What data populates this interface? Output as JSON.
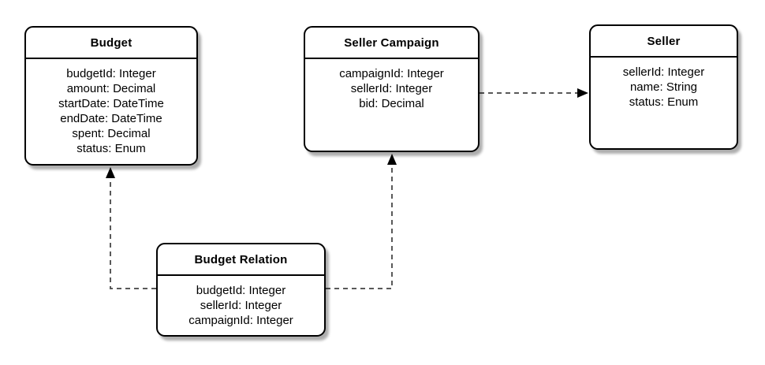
{
  "colors": {
    "background": "#ffffff",
    "node_fill": "#ffffff",
    "node_border": "#000000",
    "node_shadow": "#b3b3b3",
    "connector_line": "#595959",
    "arrowhead": "#000000",
    "text": "#000000"
  },
  "entities": {
    "budget": {
      "title": "Budget",
      "fields": [
        "budgetId: Integer",
        "amount: Decimal",
        "startDate: DateTime",
        "endDate: DateTime",
        "spent: Decimal",
        "status: Enum"
      ]
    },
    "seller_campaign": {
      "title": "Seller Campaign",
      "fields": [
        "campaignId: Integer",
        "sellerId: Integer",
        "bid: Decimal"
      ]
    },
    "seller": {
      "title": "Seller",
      "fields": [
        "sellerId: Integer",
        "name: String",
        "status: Enum"
      ]
    },
    "budget_relation": {
      "title": "Budget Relation",
      "fields": [
        "budgetId: Integer",
        "sellerId: Integer",
        "campaignId: Integer"
      ]
    }
  },
  "relations": [
    {
      "from": "Budget Relation",
      "to": "Budget",
      "line": "dashed",
      "arrow": "to"
    },
    {
      "from": "Budget Relation",
      "to": "Seller Campaign",
      "line": "dashed",
      "arrow": "to"
    },
    {
      "from": "Seller Campaign",
      "to": "Seller",
      "line": "dashed",
      "arrow": "to"
    }
  ]
}
